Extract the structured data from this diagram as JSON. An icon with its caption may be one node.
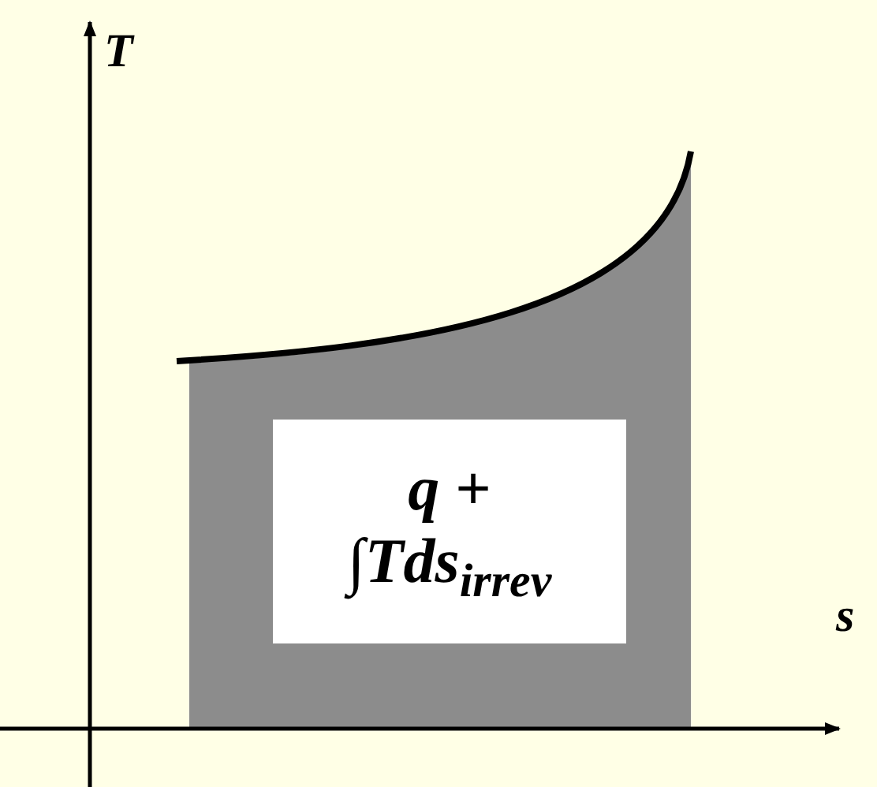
{
  "diagram": {
    "nodes": [
      {
        "text": [
          "*q* + ∫*Tds*$_{irrev}$"
        ]
      }
    ],
    "labels": [
      "T",
      "s"
    ]
  }
}
